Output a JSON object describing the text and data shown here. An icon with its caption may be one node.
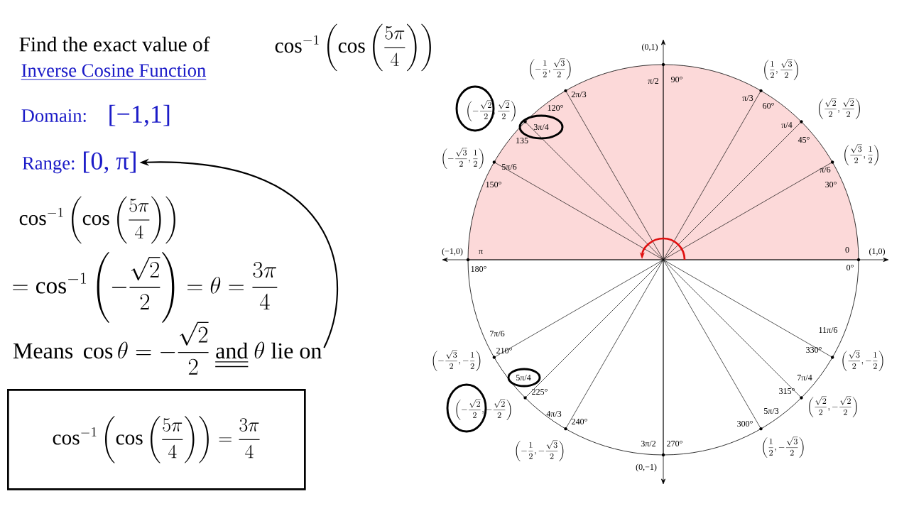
{
  "diagram": {
    "nodes": [
      {
        "text": [
          "Range:",
          "[0, π]"
        ]
      },
      {
        "text": [
          "\\text{Means }\\cos\\theta=-\\frac{\\sqrt{2}}{2}\\ \\underline{\\underline{\\text{and}}}\\ \\theta\\text{ lie on}"
        ]
      },
      {
        "text": [
          "\\cos^{-1}\\left(\\cos\\left(\\frac{5\\pi}{4}\\right)\\right)=\\frac{3\\pi}{4}"
        ]
      }
    ],
    "edges": [
      {
        "from": 1,
        "to": 0,
        "arrow": "to"
      }
    ],
    "labels": [
      "Find the exact value of",
      "\\cos^{-1}\\left(\\cos\\left(\\frac{5\\pi}{4}\\right)\\right)",
      "Inverse Cosine Function",
      "Domain:",
      "[−1,1]",
      "\\cos^{-1}\\left(\\cos\\left(\\frac{5\\pi}{4}\\right)\\right)",
      "=\\cos^{-1}\\left(-\\frac{\\sqrt{2}}{2}\\right)=\\theta=\\frac{3\\pi}{4}",
      "(0,1)",
      "π/2",
      "90°",
      "\\left(-\\frac{1}{2},\\frac{\\sqrt{3}}{2}\\right)",
      "2π/3",
      "120°",
      "\\left(\\frac{1}{2},\\frac{\\sqrt{3}}{2}\\right)",
      "π/3",
      "60°",
      "\\left(-\\frac{\\sqrt{2}}{2},\\frac{\\sqrt{2}}{2}\\right)",
      "3π/4",
      "135",
      "\\left(\\frac{\\sqrt{2}}{2},\\frac{\\sqrt{2}}{2}\\right)",
      "π/4",
      "45°",
      "\\left(-\\frac{\\sqrt{3}}{2},\\frac{1}{2}\\right)",
      "5π/6",
      "150°",
      "\\left(\\frac{\\sqrt{3}}{2},\\frac{1}{2}\\right)",
      "π/6",
      "30°",
      "(−1,0)",
      "π",
      "0",
      "(1,0)",
      "180°",
      "0°",
      "11π/6",
      "7π/6",
      "\\left(-\\frac{\\sqrt{3}}{2},-\\frac{1}{2}\\right)",
      "210°",
      "330°",
      "\\left(\\frac{\\sqrt{3}}{2},-\\frac{1}{2}\\right)",
      "5π/4",
      "225°",
      "\\left(-\\frac{\\sqrt{2}}{2},-\\frac{\\sqrt{2}}{2}\\right)",
      "7π/4",
      "315°",
      "\\left(\\frac{\\sqrt{2}}{2},-\\frac{\\sqrt{2}}{2}\\right)",
      "4π/3",
      "240°",
      "5π/3",
      "300°",
      "3π/2",
      "270°",
      "\\left(-\\frac{1}{2},-\\frac{\\sqrt{3}}{2}\\right)",
      "(0,−1)",
      "\\left(\\frac{1}{2},-\\frac{\\sqrt{3}}{2}\\right)"
    ]
  }
}
